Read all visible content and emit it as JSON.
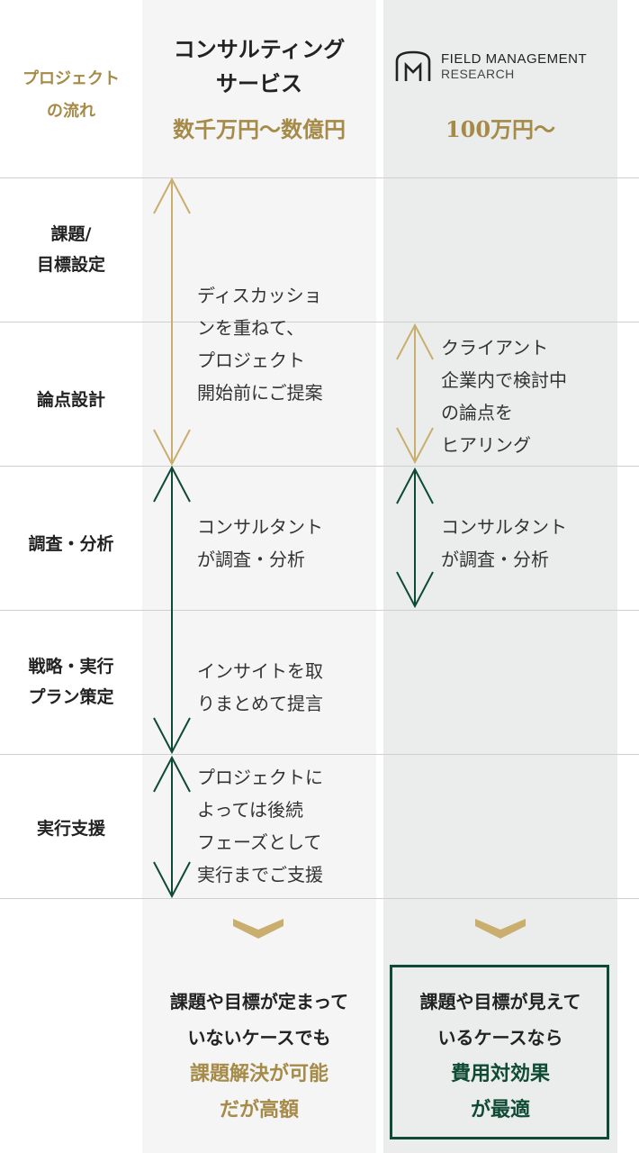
{
  "header": {
    "flow_label": [
      "プロジェクト",
      "の流れ"
    ],
    "consulting_title": [
      "コンサルティング",
      "サービス"
    ],
    "consulting_price": "数千万円〜数億円",
    "fmr_logo_line1": "FIELD MANAGEMENT",
    "fmr_logo_line2": "RESEARCH",
    "fmr_price": "100万円〜"
  },
  "rows": [
    {
      "label": [
        "課題/",
        "目標設定"
      ]
    },
    {
      "label": [
        "論点設計"
      ]
    },
    {
      "label": [
        "調査・分析"
      ]
    },
    {
      "label": [
        "戦略・実行",
        "プラン策定"
      ]
    },
    {
      "label": [
        "実行支援"
      ]
    }
  ],
  "consulting": {
    "desc1": [
      "ディスカッショ",
      "ンを重ねて、",
      "プロジェクト",
      "開始前にご提案"
    ],
    "desc2": [
      "コンサルタント",
      "が調査・分析"
    ],
    "desc3": [
      "インサイトを取",
      "りまとめて提言"
    ],
    "desc4": [
      "プロジェクトに",
      "よっては後続",
      "フェーズとして",
      "実行までご支援"
    ]
  },
  "fmr": {
    "desc1": [
      "クライアント",
      "企業内で検討中",
      "の論点を",
      "ヒアリング"
    ],
    "desc2": [
      "コンサルタント",
      "が調査・分析"
    ]
  },
  "results": {
    "consulting_lines": [
      "課題や目標が定まって",
      "いないケースでも"
    ],
    "consulting_highlight": [
      "課題解決が可能",
      "だが高額"
    ],
    "fmr_lines": [
      "課題や目標が見えて",
      "いるケースなら"
    ],
    "fmr_highlight": [
      "費用対効果",
      "が最適"
    ]
  },
  "colors": {
    "gold": "#a58a48",
    "green": "#0f4a35",
    "consulting_bg": "#f5f5f5",
    "fmr_bg": "#eaedeb"
  }
}
